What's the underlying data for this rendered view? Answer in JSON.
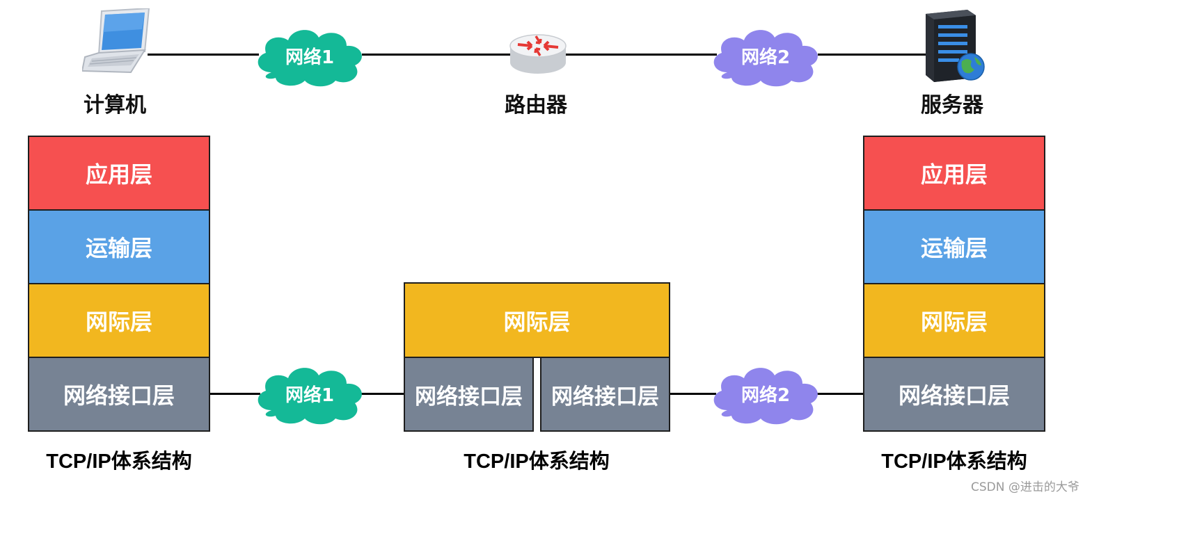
{
  "devices": {
    "computer_label": "计算机",
    "router_label": "路由器",
    "server_label": "服务器"
  },
  "clouds": {
    "network1": "网络1",
    "network2": "网络2"
  },
  "colors": {
    "application": "#f65050",
    "transport": "#5aa2e6",
    "internet": "#f2b71f",
    "network_interface": "#778394",
    "cloud_green": "#14b997",
    "cloud_purple": "#8f85ec"
  },
  "stacks": {
    "left": {
      "layers": [
        "应用层",
        "运输层",
        "网际层",
        "网络接口层"
      ],
      "caption": "TCP/IP体系结构"
    },
    "middle": {
      "internet": "网际层",
      "interface_left": "网络接口层",
      "interface_right": "网络接口层",
      "caption": "TCP/IP体系结构"
    },
    "right": {
      "layers": [
        "应用层",
        "运输层",
        "网际层",
        "网络接口层"
      ],
      "caption": "TCP/IP体系结构"
    }
  },
  "watermark": "CSDN @进击的大爷"
}
